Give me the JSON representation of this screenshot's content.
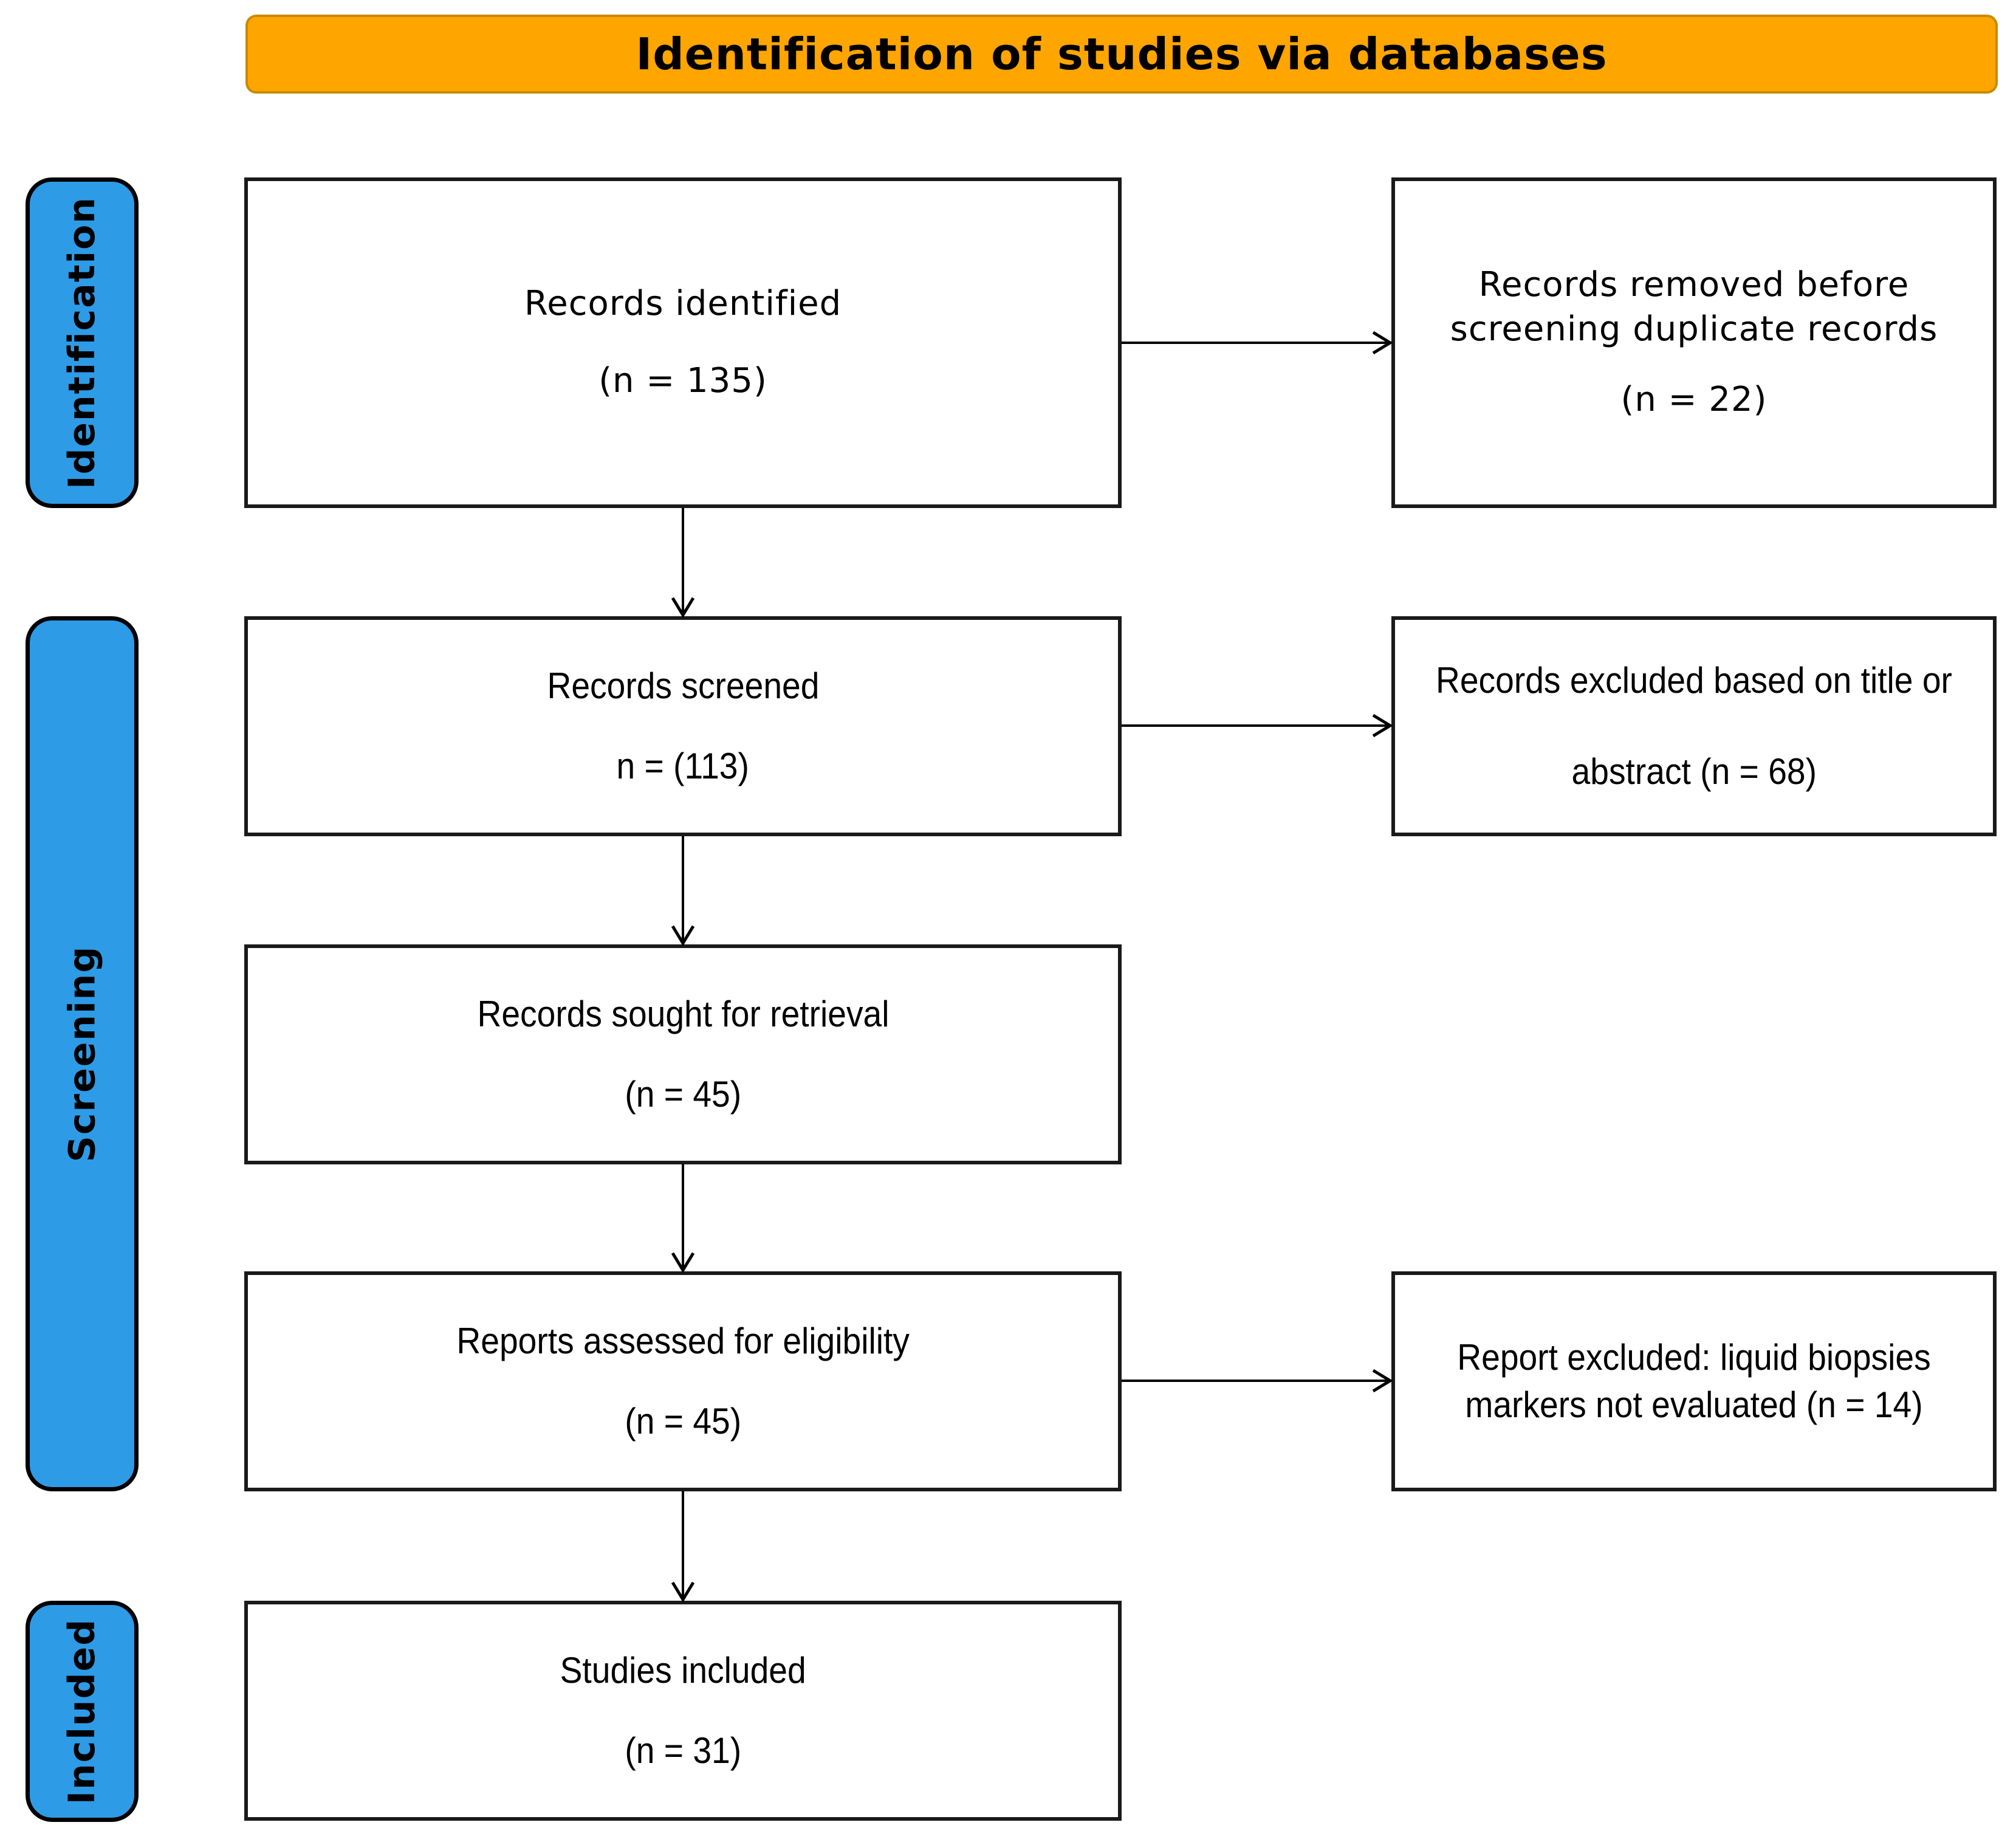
{
  "header": {
    "title": "Identification of studies via databases"
  },
  "phases": [
    {
      "key": "identification",
      "label": "Identification"
    },
    {
      "key": "screening",
      "label": "Screening"
    },
    {
      "key": "included",
      "label": "Included"
    }
  ],
  "boxes": {
    "records_identified": {
      "title": "Records identified",
      "count": "(n  = 135)"
    },
    "records_removed": {
      "title": "Records removed before screening duplicate records",
      "count": "(n  = 22)"
    },
    "records_screened": {
      "title": "Records screened",
      "count": "n = (113)"
    },
    "records_excluded": {
      "title": "Records excluded based on title or",
      "count": "abstract (n = 68)"
    },
    "records_sought": {
      "title": "Records sought for retrieval",
      "count": "(n = 45)"
    },
    "reports_assessed": {
      "title": "Reports assessed for eligibility",
      "count": "(n = 45)"
    },
    "report_excluded": {
      "title": "Report excluded: liquid biopsies markers not evaluated (n = 14)",
      "count": ""
    },
    "studies_included": {
      "title": "Studies included",
      "count": "(n = 31)"
    }
  },
  "colors": {
    "banner": "#ffa500",
    "phase": "#2e9be6",
    "border": "#1a1a1a",
    "arrow": "#000000"
  }
}
